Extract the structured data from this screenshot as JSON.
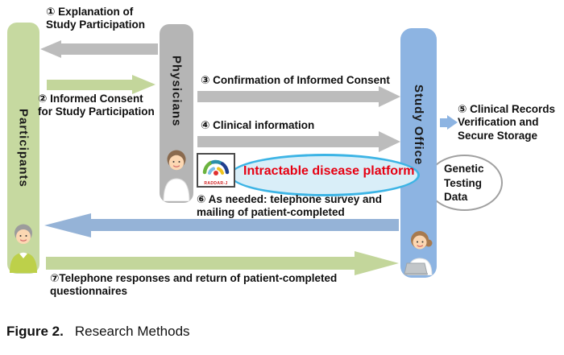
{
  "bars": {
    "participants": "Participants",
    "physicians": "Physicians",
    "study_office": "Study Office"
  },
  "arrows": {
    "a1": {
      "label": "① Explanation of\nStudy Participation",
      "direction": "left",
      "color": "#bcbcbc"
    },
    "a2": {
      "label": "② Informed Consent\nfor Study Participation",
      "direction": "right",
      "color": "#c3d69b"
    },
    "a3": {
      "label": "③ Confirmation of Informed Consent",
      "direction": "right",
      "color": "#bcbcbc"
    },
    "a4": {
      "label": "④ Clinical information",
      "direction": "right",
      "color": "#bcbcbc"
    },
    "a5": {
      "label": "⑤ Clinical Records\nVerification and\nSecure Storage",
      "direction": "right",
      "color": "#8db4e2"
    },
    "a6": {
      "label": "⑥ As needed: telephone survey and\nmailing of patient-completed",
      "direction": "left",
      "color": "#95b3d7"
    },
    "a7": {
      "label": "⑦Telephone responses and return of patient-completed\nquestionnaires",
      "direction": "right",
      "color": "#c3d69b"
    }
  },
  "platform": {
    "label": "Intractable disease platform",
    "logo_text": "RADDAR-J"
  },
  "genetic_data": {
    "label": "Genetic\nTesting\nData"
  },
  "caption": {
    "label": "Figure 2.",
    "title": "Research Methods"
  },
  "illustrations": {
    "physician": "physician-illustration",
    "participant": "elderly-man-illustration",
    "office_staff": "office-worker-illustration"
  },
  "colors": {
    "participant_green": "#c6d9a0",
    "physician_gray": "#b5b5b5",
    "office_blue": "#8db4e2",
    "platform_fill": "#d9eef8",
    "platform_border": "#3cb4e5",
    "platform_text": "#e60012",
    "genetic_border": "#a0a0a0"
  }
}
